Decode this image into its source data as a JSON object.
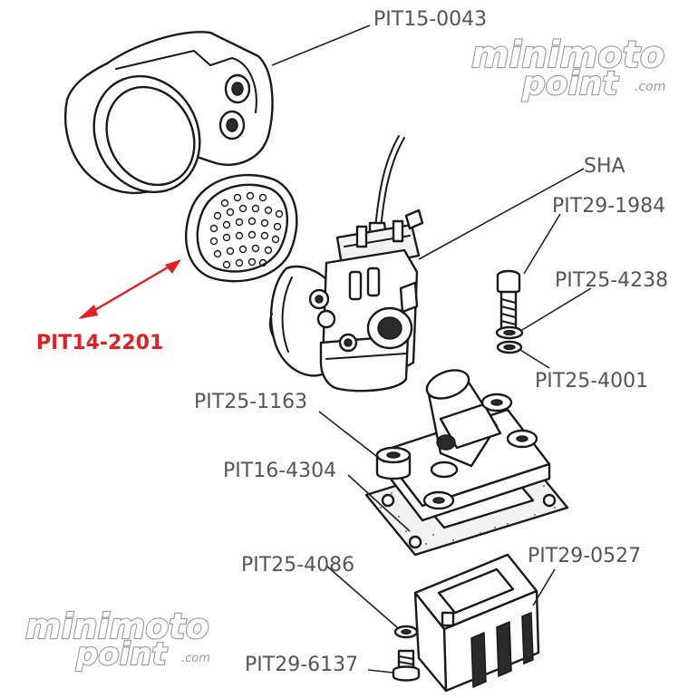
{
  "diagram": {
    "highlight_color": "#e31e24",
    "label_color": "#555555",
    "labels": {
      "pit15_0043": "PIT15-0043",
      "sha": "SHA",
      "pit29_1984": "PIT29-1984",
      "pit25_4238": "PIT25-4238",
      "pit25_4001": "PIT25-4001",
      "pit14_2201": "PIT14-2201",
      "pit25_1163": "PIT25-1163",
      "pit16_4304": "PIT16-4304",
      "pit25_4086": "PIT25-4086",
      "pit29_0527": "PIT29-0527",
      "pit29_6137": "PIT29-6137"
    },
    "watermark": {
      "line1": "minimoto",
      "line2": "point",
      "suffix": ".com"
    }
  }
}
